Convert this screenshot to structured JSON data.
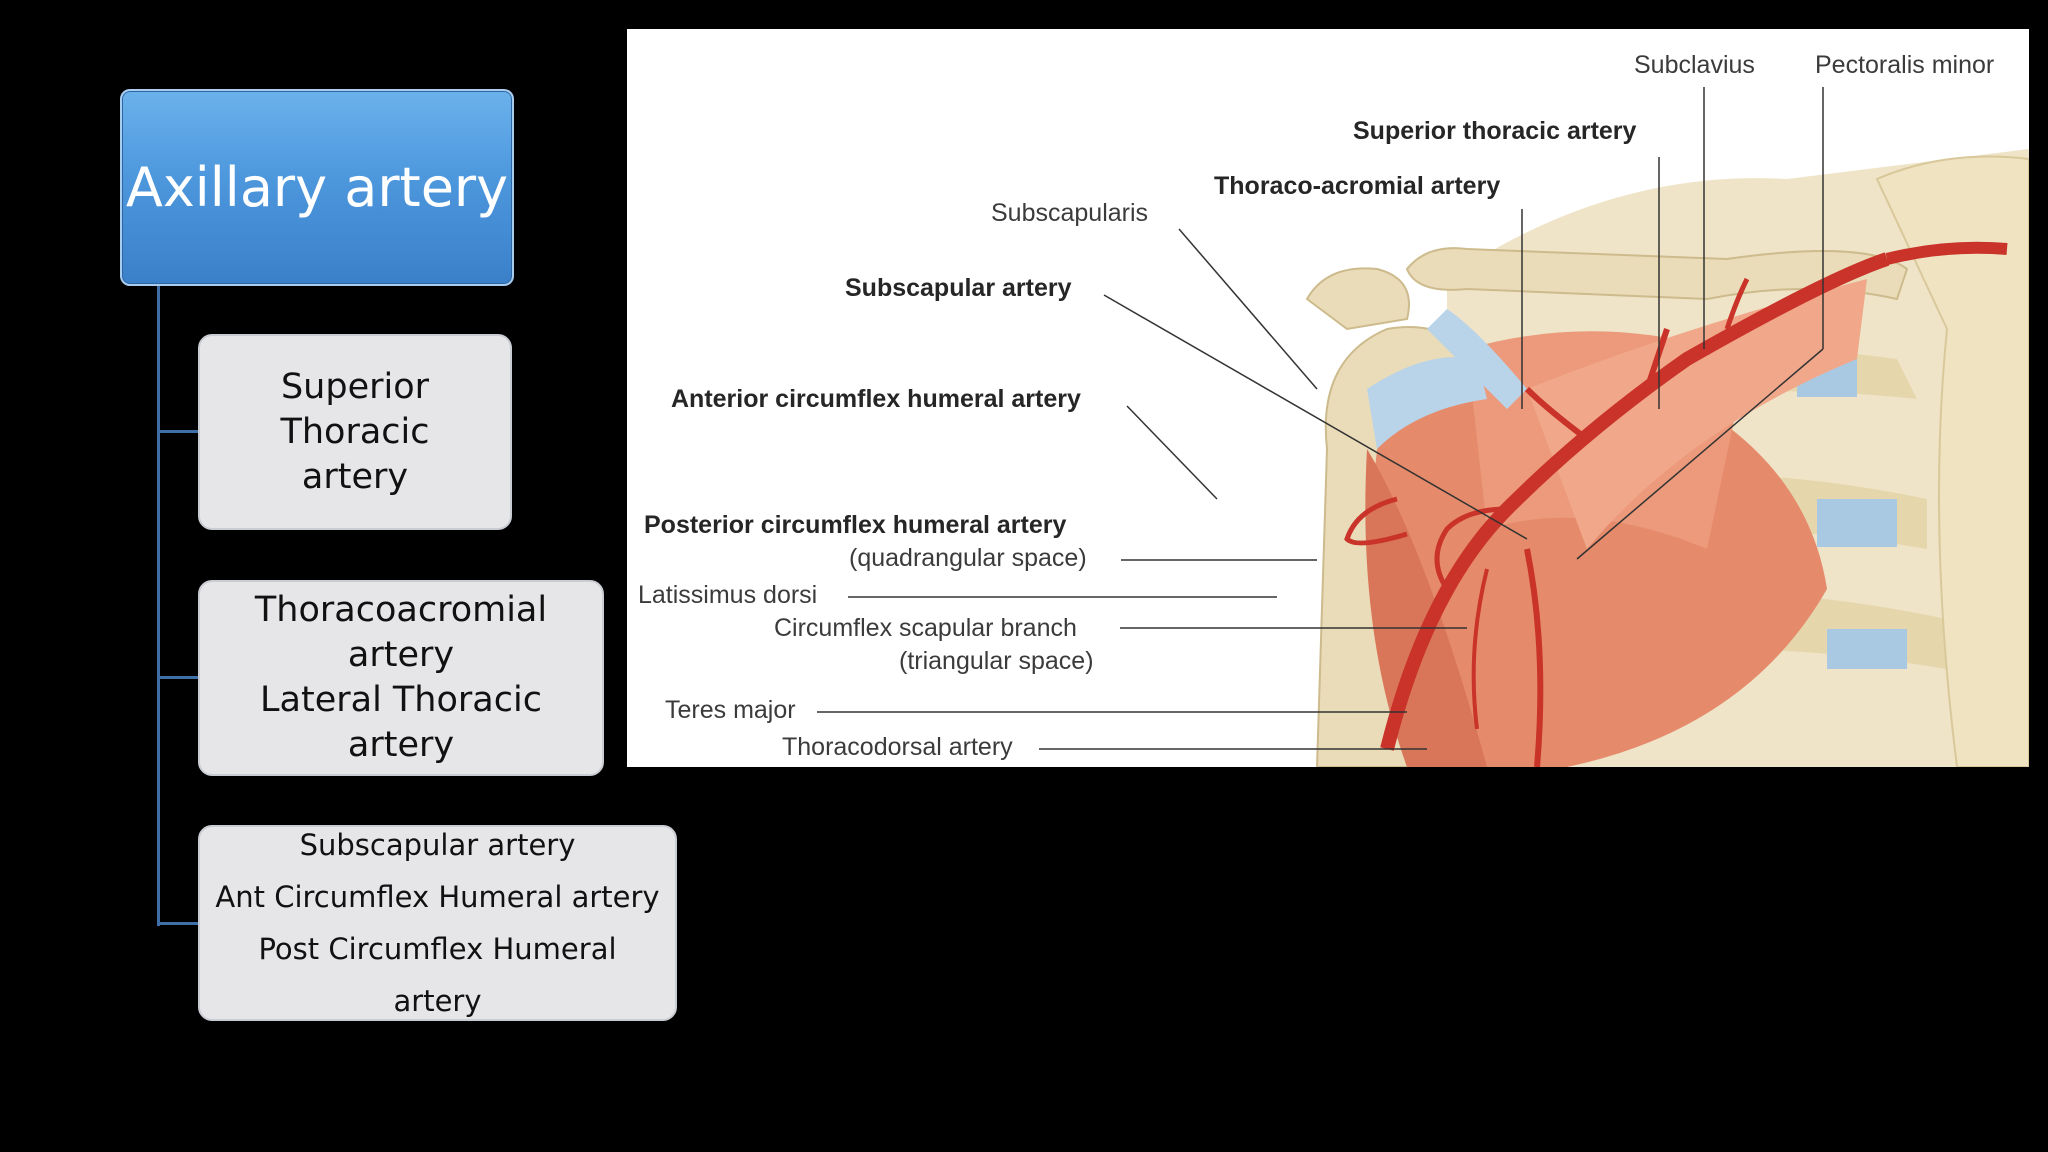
{
  "hierarchy": {
    "root": "Axillary artery",
    "branches": [
      {
        "lines": [
          "Superior Thoracic artery"
        ]
      },
      {
        "lines": [
          "Thoracoacromial artery",
          "Lateral Thoracic artery"
        ]
      },
      {
        "lines": [
          "Subscapular artery",
          "Ant Circumflex Humeral artery",
          "Post Circumflex Humeral artery"
        ]
      }
    ]
  },
  "illustration": {
    "labels": {
      "subclavius": "Subclavius",
      "pectoralis_minor": "Pectoralis minor",
      "superior_thoracic_artery": "Superior thoracic artery",
      "thoraco_acromial_artery": "Thoraco-acromial artery",
      "subscapularis": "Subscapularis",
      "subscapular_artery": "Subscapular artery",
      "anterior_circumflex_humeral_artery": "Anterior circumflex humeral artery",
      "posterior_circumflex_humeral_artery": "Posterior circumflex humeral artery",
      "quadrangular_space": "(quadrangular space)",
      "latissimus_dorsi": "Latissimus dorsi",
      "circumflex_scapular_branch": "Circumflex scapular branch",
      "triangular_space": "(triangular space)",
      "teres_major": "Teres major",
      "thoracodorsal_artery": "Thoracodorsal artery"
    },
    "colors": {
      "muscle": "#e58a6a",
      "artery": "#d2392c",
      "bone": "#eadcb9",
      "cartilage": "#a9c9e3"
    }
  }
}
